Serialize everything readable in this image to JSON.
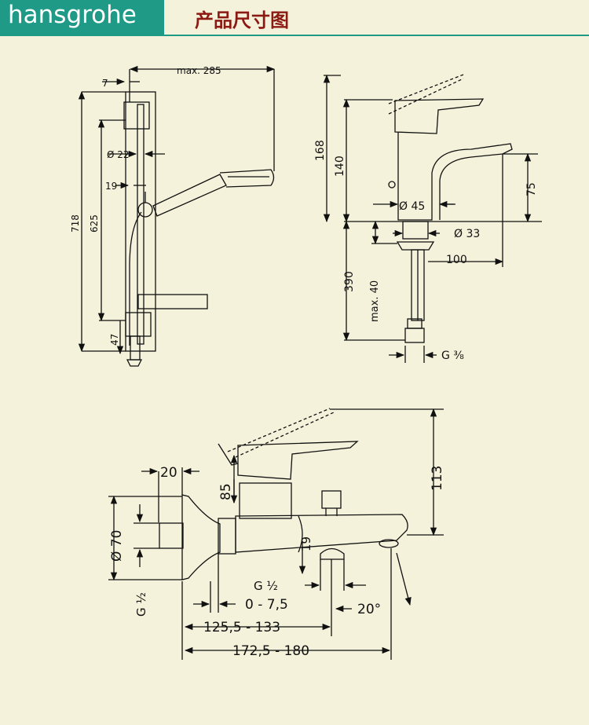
{
  "header": {
    "brand": "hansgrohe",
    "title": "产品尺寸图",
    "colors": {
      "brand_green": "#1e9a86",
      "title_red": "#8c1a12",
      "background": "#f5f2db"
    }
  },
  "shower_rail": {
    "dims": {
      "max_reach": "max. 285",
      "wall_offset": "7",
      "rail_diameter": "Ø 22",
      "slider_offset": "19",
      "total_height": "718",
      "bracket_spacing": "625",
      "bottom_clearance": "47"
    }
  },
  "basin_mixer": {
    "dims": {
      "total_height": "168",
      "spout_height": "140",
      "outlet_height": "75",
      "base_diameter": "Ø 45",
      "hole_diameter": "Ø 33",
      "projection": "100",
      "hose_length": "390",
      "max_thickness": "max. 40",
      "connection": "G ⅜"
    }
  },
  "bath_mixer": {
    "dims": {
      "connector_depth": "20",
      "body_height": "85",
      "total_height": "113",
      "flange_diameter": "Ø 70",
      "connector_thread": "G ½",
      "diverter_offset": "19",
      "outlet_thread": "G ½",
      "adjust_range": "0 - 7,5",
      "outlet_angle": "20°",
      "reach_short": "125,5 - 133",
      "reach_long": "172,5 - 180"
    }
  }
}
